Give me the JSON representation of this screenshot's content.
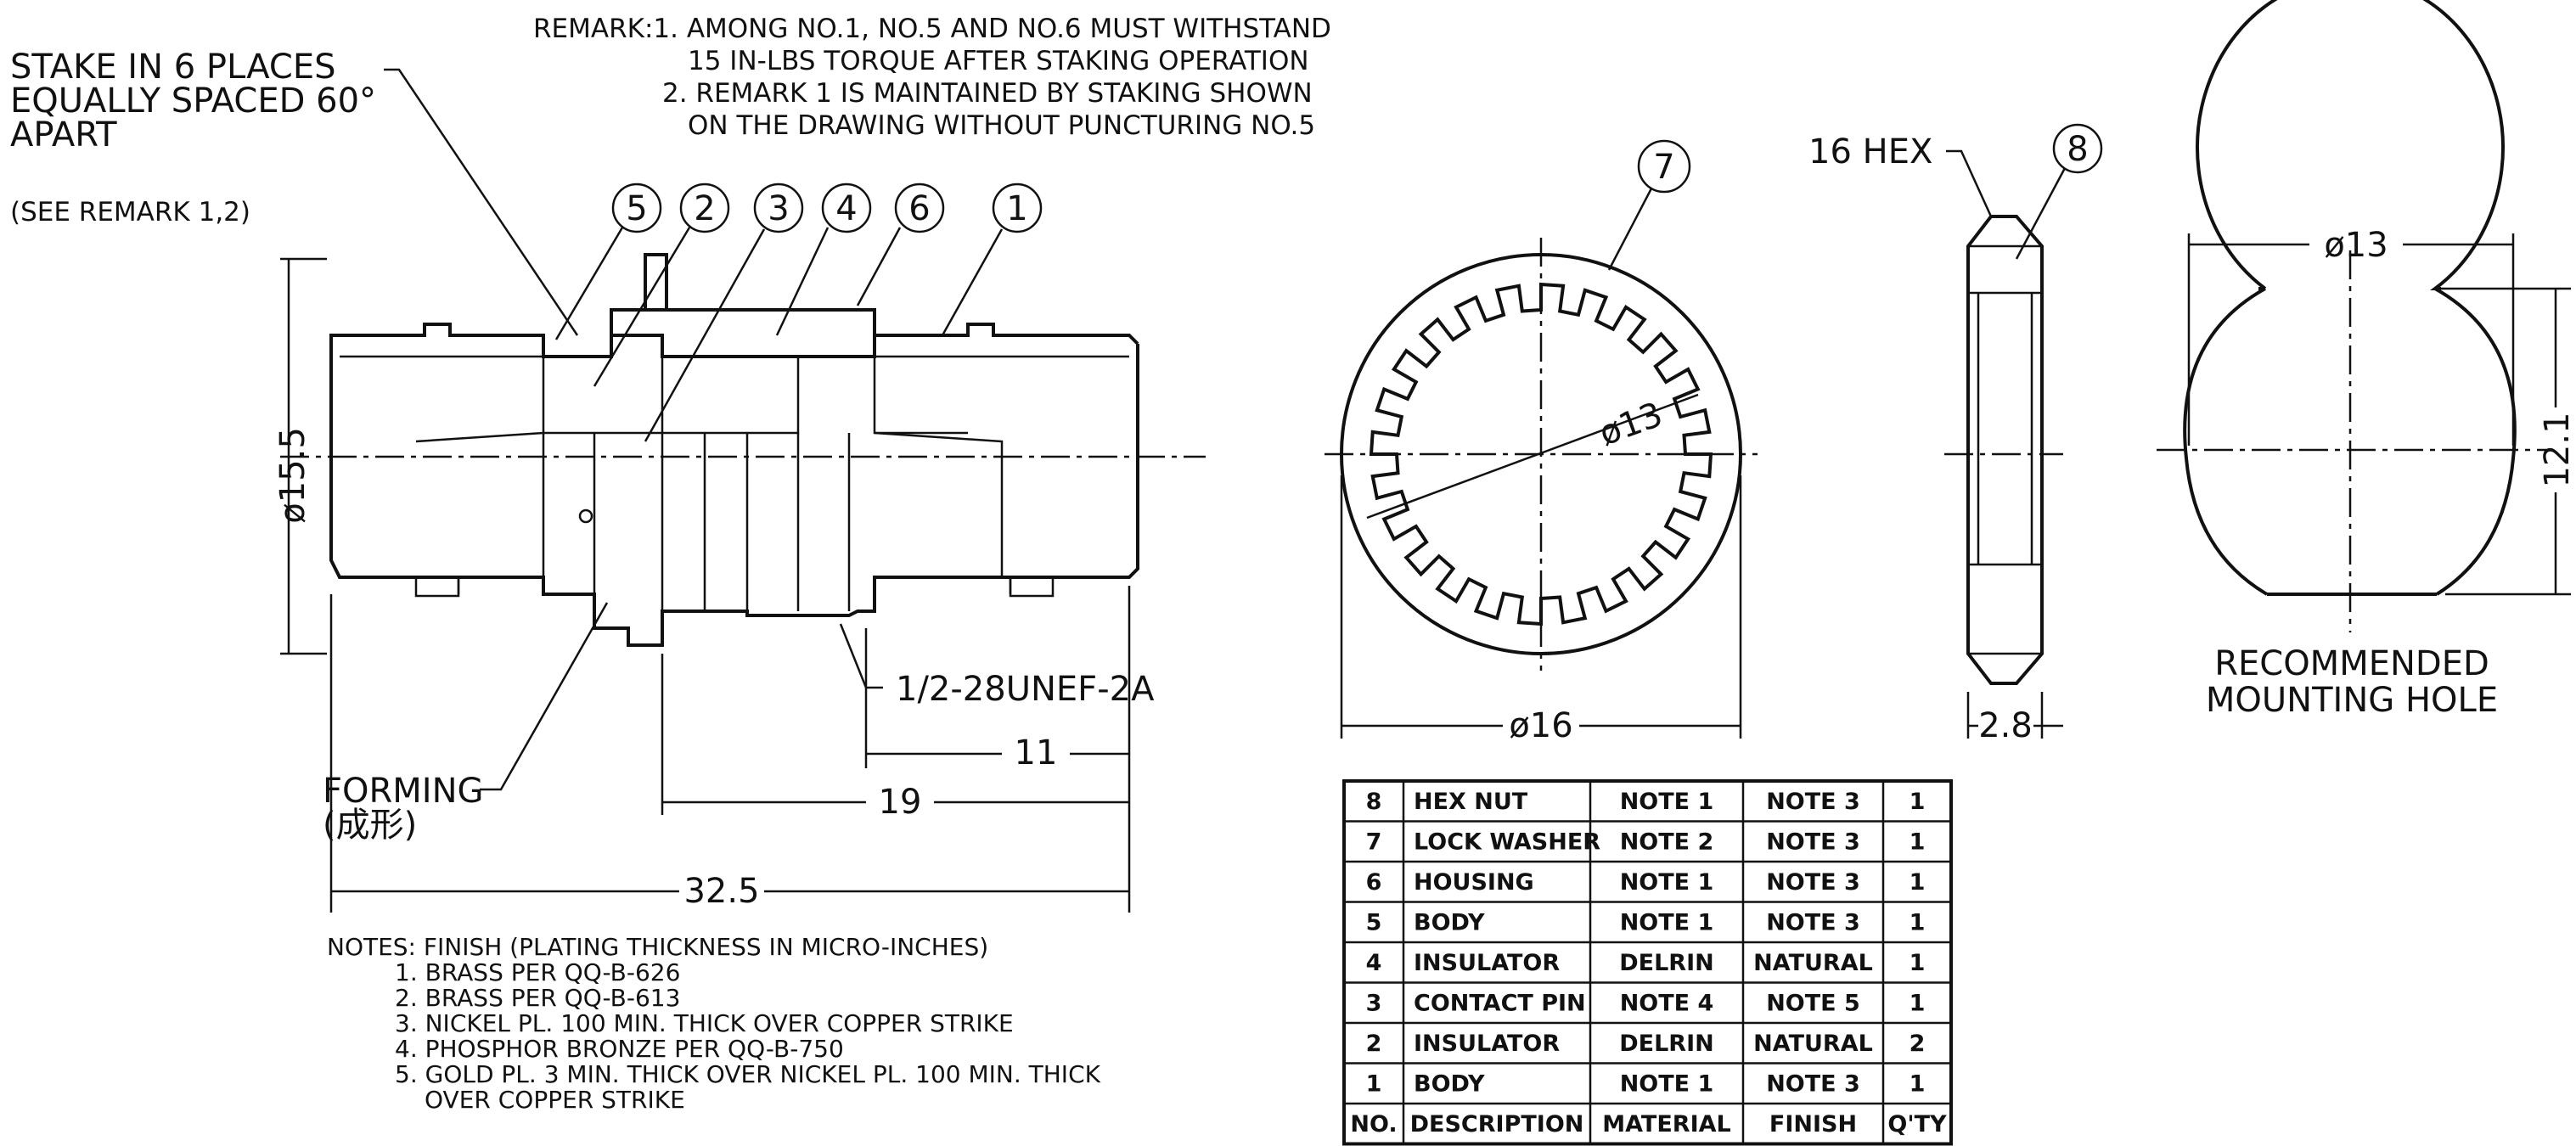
{
  "remarks": {
    "line1": "REMARK:1. AMONG NO.1, NO.5 AND NO.6 MUST WITHSTAND",
    "line2": "15 IN-LBS TORQUE AFTER STAKING OPERATION",
    "line3": "2. REMARK 1 IS MAINTAINED BY STAKING SHOWN",
    "line4": "ON THE DRAWING WITHOUT PUNCTURING NO.5"
  },
  "stake_note": {
    "line1": "STAKE IN 6 PLACES",
    "line2": "EQUALLY SPACED 60°",
    "line3": "APART",
    "line4": "(SEE REMARK 1,2)"
  },
  "balloons": [
    "5",
    "2",
    "3",
    "4",
    "6",
    "1",
    "7",
    "8"
  ],
  "dimensions": {
    "body_dia": "ø15.5",
    "thread": "1/2-28UNEF-2A",
    "d11": "11",
    "d19": "19",
    "d32": "32.5",
    "washer_dia_inner": "ø13",
    "washer_dia_outer": "ø16",
    "hex_label": "16 HEX",
    "hex_thick": "2.8",
    "hole_dia": "ø13",
    "hole_flat": "12.1"
  },
  "forming": {
    "label": "FORMING",
    "label_cn": "(成形)"
  },
  "mounting_hole": {
    "line1": "RECOMMENDED",
    "line2": "MOUNTING HOLE"
  },
  "notes": {
    "title": "NOTES: FINISH (PLATING THICKNESS IN MICRO-INCHES)",
    "items": [
      "1. BRASS PER QQ-B-626",
      "2. BRASS PER QQ-B-613",
      "3. NICKEL PL. 100 MIN. THICK OVER COPPER STRIKE",
      "4. PHOSPHOR BRONZE PER QQ-B-750",
      "5. GOLD PL. 3 MIN. THICK OVER NICKEL PL. 100 MIN. THICK",
      "OVER COPPER STRIKE"
    ]
  },
  "bom": {
    "header": [
      "NO.",
      "DESCRIPTION",
      "MATERIAL",
      "FINISH",
      "Q'TY"
    ],
    "rows": [
      [
        "8",
        "HEX NUT",
        "NOTE 1",
        "NOTE 3",
        "1"
      ],
      [
        "7",
        "LOCK WASHER",
        "NOTE 2",
        "NOTE 3",
        "1"
      ],
      [
        "6",
        "HOUSING",
        "NOTE 1",
        "NOTE 3",
        "1"
      ],
      [
        "5",
        "BODY",
        "NOTE 1",
        "NOTE 3",
        "1"
      ],
      [
        "4",
        "INSULATOR",
        "DELRIN",
        "NATURAL",
        "1"
      ],
      [
        "3",
        "CONTACT PIN",
        "NOTE 4",
        "NOTE 5",
        "1"
      ],
      [
        "2",
        "INSULATOR",
        "DELRIN",
        "NATURAL",
        "2"
      ],
      [
        "1",
        "BODY",
        "NOTE 1",
        "NOTE 3",
        "1"
      ]
    ]
  }
}
